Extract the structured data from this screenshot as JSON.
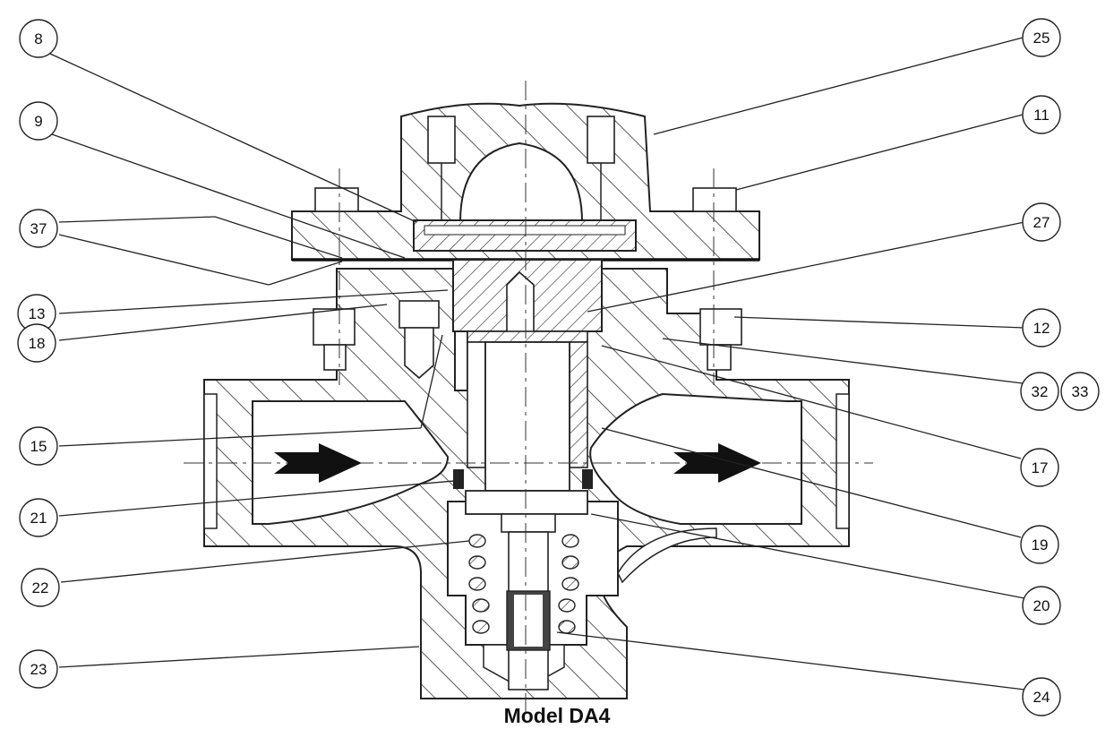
{
  "caption": "Model DA4",
  "callouts": [
    {
      "id": "c8",
      "text": "8"
    },
    {
      "id": "c9",
      "text": "9"
    },
    {
      "id": "c37",
      "text": "37"
    },
    {
      "id": "c13",
      "text": "13"
    },
    {
      "id": "c18",
      "text": "18"
    },
    {
      "id": "c15",
      "text": "15"
    },
    {
      "id": "c21",
      "text": "21"
    },
    {
      "id": "c22",
      "text": "22"
    },
    {
      "id": "c23",
      "text": "23"
    },
    {
      "id": "c25",
      "text": "25"
    },
    {
      "id": "c11",
      "text": "11"
    },
    {
      "id": "c27",
      "text": "27"
    },
    {
      "id": "c12",
      "text": "12"
    },
    {
      "id": "c32",
      "text": "32"
    },
    {
      "id": "c33",
      "text": "33"
    },
    {
      "id": "c17",
      "text": "17"
    },
    {
      "id": "c19",
      "text": "19"
    },
    {
      "id": "c20",
      "text": "20"
    },
    {
      "id": "c24",
      "text": "24"
    }
  ]
}
